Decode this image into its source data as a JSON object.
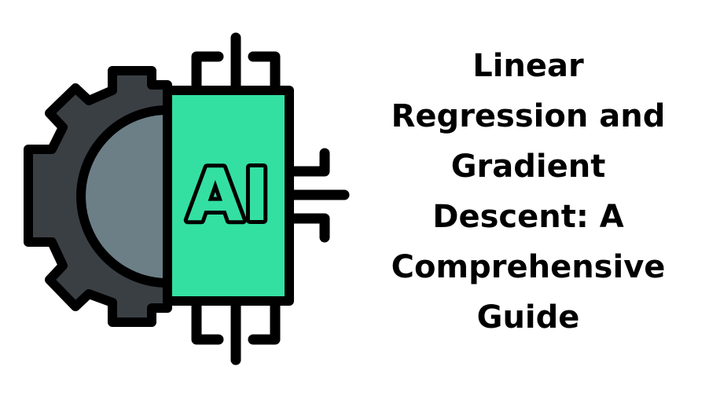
{
  "logo": {
    "icon": "ai-gear-chip-icon",
    "chip_text": "AI",
    "colors": {
      "outline": "#000000",
      "gear": "#3a3f44",
      "gear_inner": "#6c7f87",
      "chip": "#33e0a1"
    }
  },
  "title": {
    "lines": [
      "Linear",
      "Regression and",
      "Gradient",
      "Descent: A",
      "Comprehensive",
      "Guide"
    ]
  }
}
